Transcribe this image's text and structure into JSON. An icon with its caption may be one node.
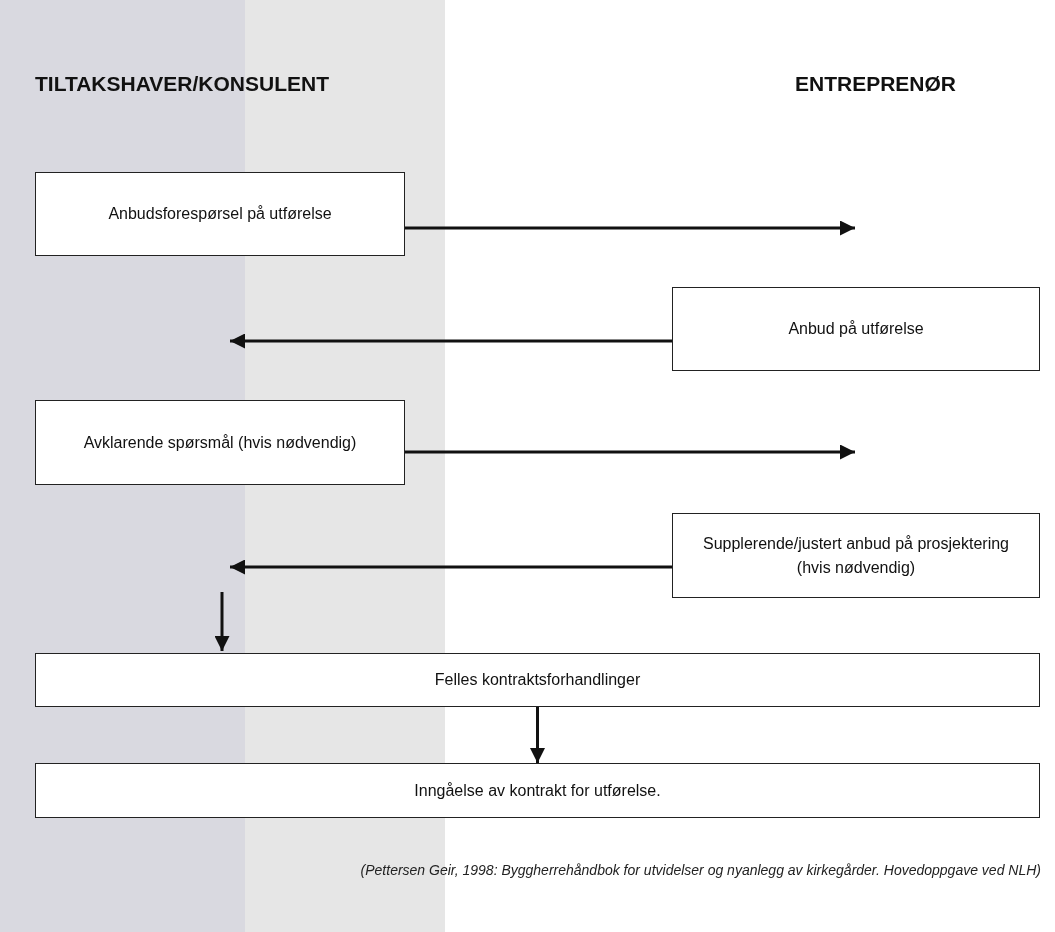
{
  "diagram": {
    "caption": "(Pettersen Geir, 1998: Byggherrehåndbok for utvidelser og nyanlegg av kirkegårder. Hovedoppgave ved NLH)",
    "nodes": [
      {
        "text": [
          "Anbudsforespørsel på utførelse"
        ]
      },
      {
        "text": [
          "Anbud på utførelse"
        ]
      },
      {
        "text": [
          "Avklarende spørsmål (hvis nødvendig)"
        ]
      },
      {
        "text": [
          "Supplerende/justert anbud på prosjektering (hvis nødvendig)"
        ]
      },
      {
        "text": [
          "Felles kontraktsforhandlinger"
        ]
      },
      {
        "text": [
          "Inngåelse av kontrakt for utførelse."
        ]
      }
    ],
    "edges": [
      {
        "from": 0,
        "to": null,
        "arrow": "to"
      },
      {
        "from": 1,
        "to": null,
        "arrow": "to"
      },
      {
        "from": 2,
        "to": null,
        "arrow": "to"
      },
      {
        "from": 3,
        "to": null,
        "arrow": "to"
      },
      {
        "from": null,
        "to": 4,
        "arrow": "to"
      },
      {
        "from": 4,
        "to": 5,
        "arrow": "to"
      }
    ],
    "labels": [
      "TILTAKSHAVER/KONSULENT",
      "ENTREPRENØR"
    ]
  }
}
